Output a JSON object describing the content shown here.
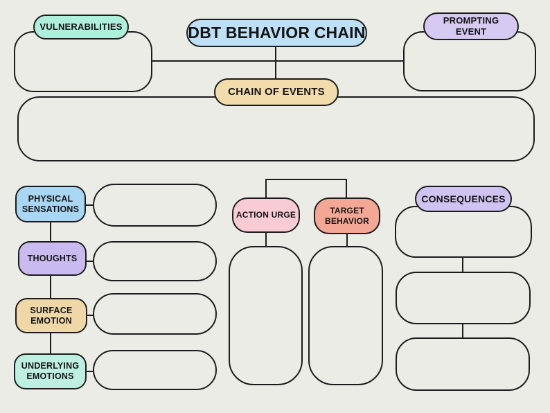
{
  "diagram": {
    "title": {
      "label": "DBT BEHAVIOR CHAIN",
      "fill": "#BEE0F6"
    },
    "vulnerabilities": {
      "label": "VULNERABILITIES",
      "fill": "#AEF0DB"
    },
    "prompting_event": {
      "label": "PROMPTING EVENT",
      "fill": "#D6C9F2"
    },
    "chain_of_events": {
      "label": "CHAIN OF EVENTS",
      "fill": "#F2DCAB"
    },
    "physical_sensations": {
      "label": "PHYSICAL SENSATIONS",
      "fill": "#A9D6F2"
    },
    "thoughts": {
      "label": "THOUGHTS",
      "fill": "#C9BBF0"
    },
    "surface_emotion": {
      "label": "SURFACE EMOTION",
      "fill": "#F0D7A7"
    },
    "underlying_emotions": {
      "label": "UNDERLYING EMOTIONS",
      "fill": "#BDF0E0"
    },
    "action_urge": {
      "label": "ACTION URGE",
      "fill": "#F8CBD5"
    },
    "target_behavior": {
      "label": "TARGET BEHAVIOR",
      "fill": "#F5A796"
    },
    "consequences": {
      "label": "CONSEQUENCES",
      "fill": "#CFC3F2"
    }
  },
  "colors": {
    "background": "#ECECE7",
    "line": "#1C1C1C",
    "text": "#141414"
  }
}
